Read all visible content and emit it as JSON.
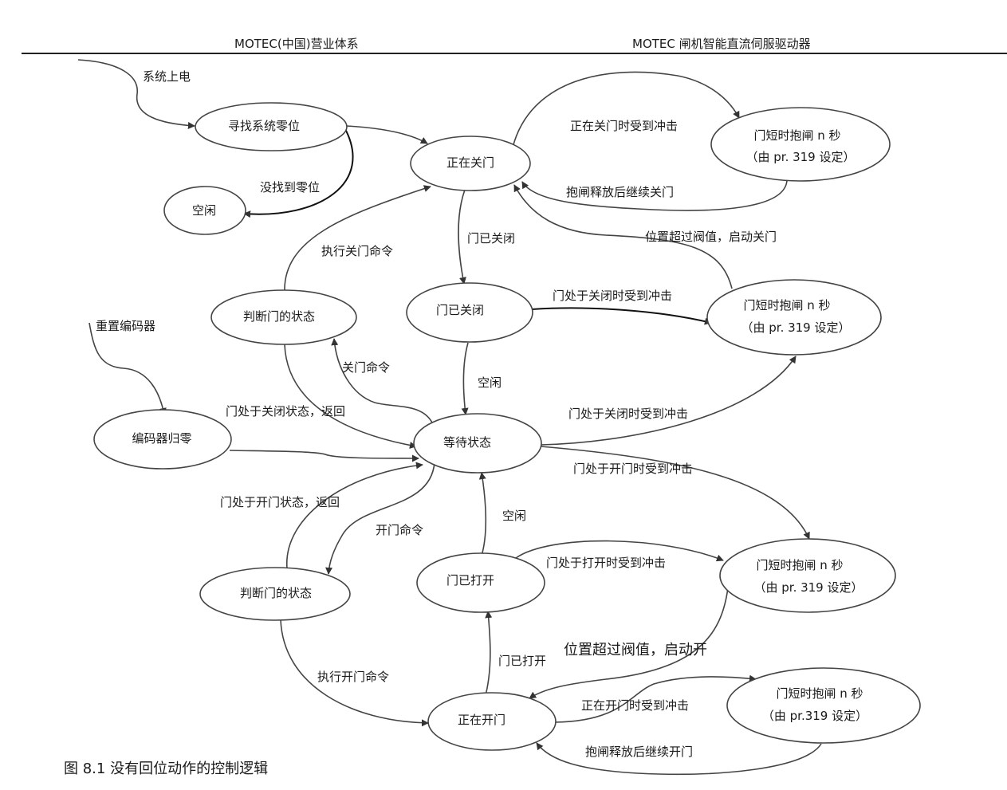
{
  "header": {
    "left": "MOTEC(中国)营业体系",
    "right": "MOTEC  闸机智能直流伺服驱动器"
  },
  "caption": "图 8.1  没有回位动作的控制逻辑",
  "nodes": {
    "find_zero": "寻找系统零位",
    "idle": "空闲",
    "closing": "正在关门",
    "brake_top": {
      "line1": "门短时抱闸 n 秒",
      "line2": "（由 pr. 319 设定）"
    },
    "judge_top": "判断门的状态",
    "closed": "门已关闭",
    "brake_mid": {
      "line1": "门短时抱闸 n 秒",
      "line2": "（由 pr. 319 设定）"
    },
    "encoder_zero": "编码器归零",
    "waiting": "等待状态",
    "judge_bottom": "判断门的状态",
    "opened": "门已打开",
    "brake_low": {
      "line1": "门短时抱闸 n 秒",
      "line2": "（由 pr. 319 设定）"
    },
    "opening": "正在开门",
    "brake_bottom": {
      "line1": "门短时抱闸 n 秒",
      "line2": "（由 pr.319 设定）"
    }
  },
  "edges": {
    "power_on": "系统上电",
    "no_zero": "没找到零位",
    "impact_closing": "正在关门时受到冲击",
    "release_close": "抱闸释放后继续关门",
    "exec_close": "执行关门命令",
    "door_closed": "门已关闭",
    "threshold_close": "位置超过阀值，启动关门",
    "impact_closed": "门处于关闭时受到冲击",
    "reset_encoder": "重置编码器",
    "close_cmd": "关门命令",
    "idle_top": "空闲",
    "closed_return": "门处于关闭状态，返回",
    "impact_closed_2": "门处于关闭时受到冲击",
    "impact_open": "门处于开门时受到冲击",
    "open_return": "门处于开门状态，返回",
    "open_cmd": "开门命令",
    "idle_bottom": "空闲",
    "impact_opened": "门处于打开时受到冲击",
    "threshold_open": "位置超过阀值，启动开",
    "door_opened": "门已打开",
    "exec_open": "执行开门命令",
    "impact_opening": "正在开门时受到冲击",
    "release_open": "抱闸释放后继续开门"
  }
}
